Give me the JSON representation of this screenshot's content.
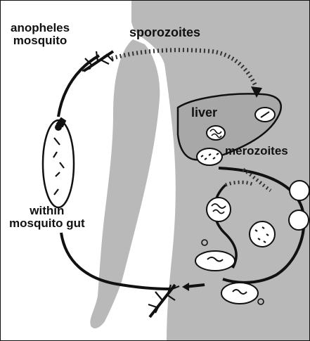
{
  "labels": {
    "mosquito_line1": "anopheles",
    "mosquito_line2": "mosquito",
    "sporozoites": "sporozoites",
    "liver": "liver",
    "merozoites": "merozoites",
    "gut_line1": "within",
    "gut_line2": "mosquito gut"
  },
  "colors": {
    "body": "#b9b9b9",
    "liver": "#a8a8a8",
    "ink": "#111111"
  }
}
